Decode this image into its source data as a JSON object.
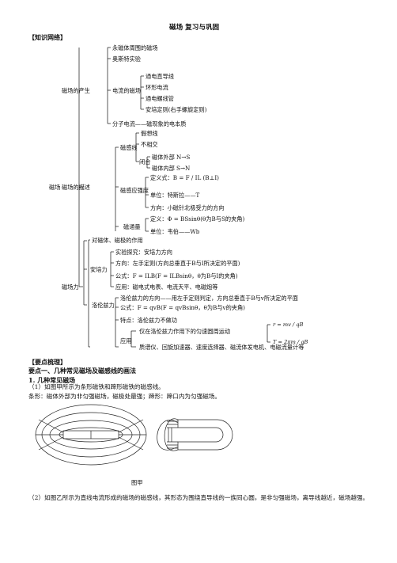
{
  "doc": {
    "title": "磁场 复习与巩固",
    "knowledge_header": "【知识网络】",
    "root": "磁场",
    "branch1": {
      "label": "磁场的产生",
      "items": [
        "永磁体周围的磁场",
        "奥斯特实验",
        "电流的磁场",
        "分子电流——磁现象的电本质"
      ],
      "current_items": [
        "通电直导线",
        "环形电流",
        "通电螺线管",
        "安培定则(右手螺旋定则)"
      ]
    },
    "branch2": {
      "label": "磁场的描述",
      "field_lines": "磁感线",
      "fl_items": [
        "假想线",
        "不相交",
        "闭合"
      ],
      "closed_items": [
        "磁体外部 N→S",
        "磁体内部 S→N"
      ],
      "intensity": "磁感应强度",
      "int_items": [
        "定义式：B = F / IL (B⊥I)",
        "单位：特斯拉——T",
        "方向：小磁针北极受力的方向"
      ],
      "flux": "磁通量",
      "flux_items": [
        "定义：Φ = BSsinθ(θ为B与S的夹角)",
        "单位：韦伯——Wb"
      ]
    },
    "branch3": {
      "label": "磁场力",
      "top": "对磁体、磁极的作用",
      "ampere": "安培力",
      "amp_items": [
        "实验探究：安培力方向",
        "方向：左手定则(方向总垂直于B与I所决定的平面)",
        "公式：F = ILB(F = ILBsinθ，θ为B与I的夹角)",
        "应用：磁电式电表、电流天平、电磁炮等"
      ],
      "lorentz": "洛伦兹力",
      "lor_items": [
        "洛伦兹力的方向——用左手定则判定，方向总垂直于B与v所决定的平面",
        "公式：F = qvB(F = qvBsinθ，θ为B与v的夹角)",
        "特点：洛伦兹力不做功"
      ],
      "application": "应用",
      "app_items": [
        "仅在洛伦兹力作用下的匀速圆周运动",
        "质谱仪、回旋加速器、速度选择器、磁流体发电机、电磁流量计等"
      ],
      "r_formula": "r = mv / qB",
      "t_formula": "T = 2πm / qB"
    },
    "key_header": "【要点梳理】",
    "point1": "要点一、几种常见磁场及磁感线的画法",
    "sub1": "1. 几种常见磁场",
    "para1": "（1）如图甲所示为条形磁铁和蹄形磁铁的磁感线。",
    "para2": "条形：磁体外部为非匀强磁场，磁极处最强；蹄形：蹄口内为匀强磁场。",
    "fig_caption": "图甲",
    "para3": "（2）如图乙所示为直线电流形成的磁场的磁感线，其形态为围绕直导线的一族同心圆，是非匀强磁场，离导线越近，磁场越强。"
  }
}
